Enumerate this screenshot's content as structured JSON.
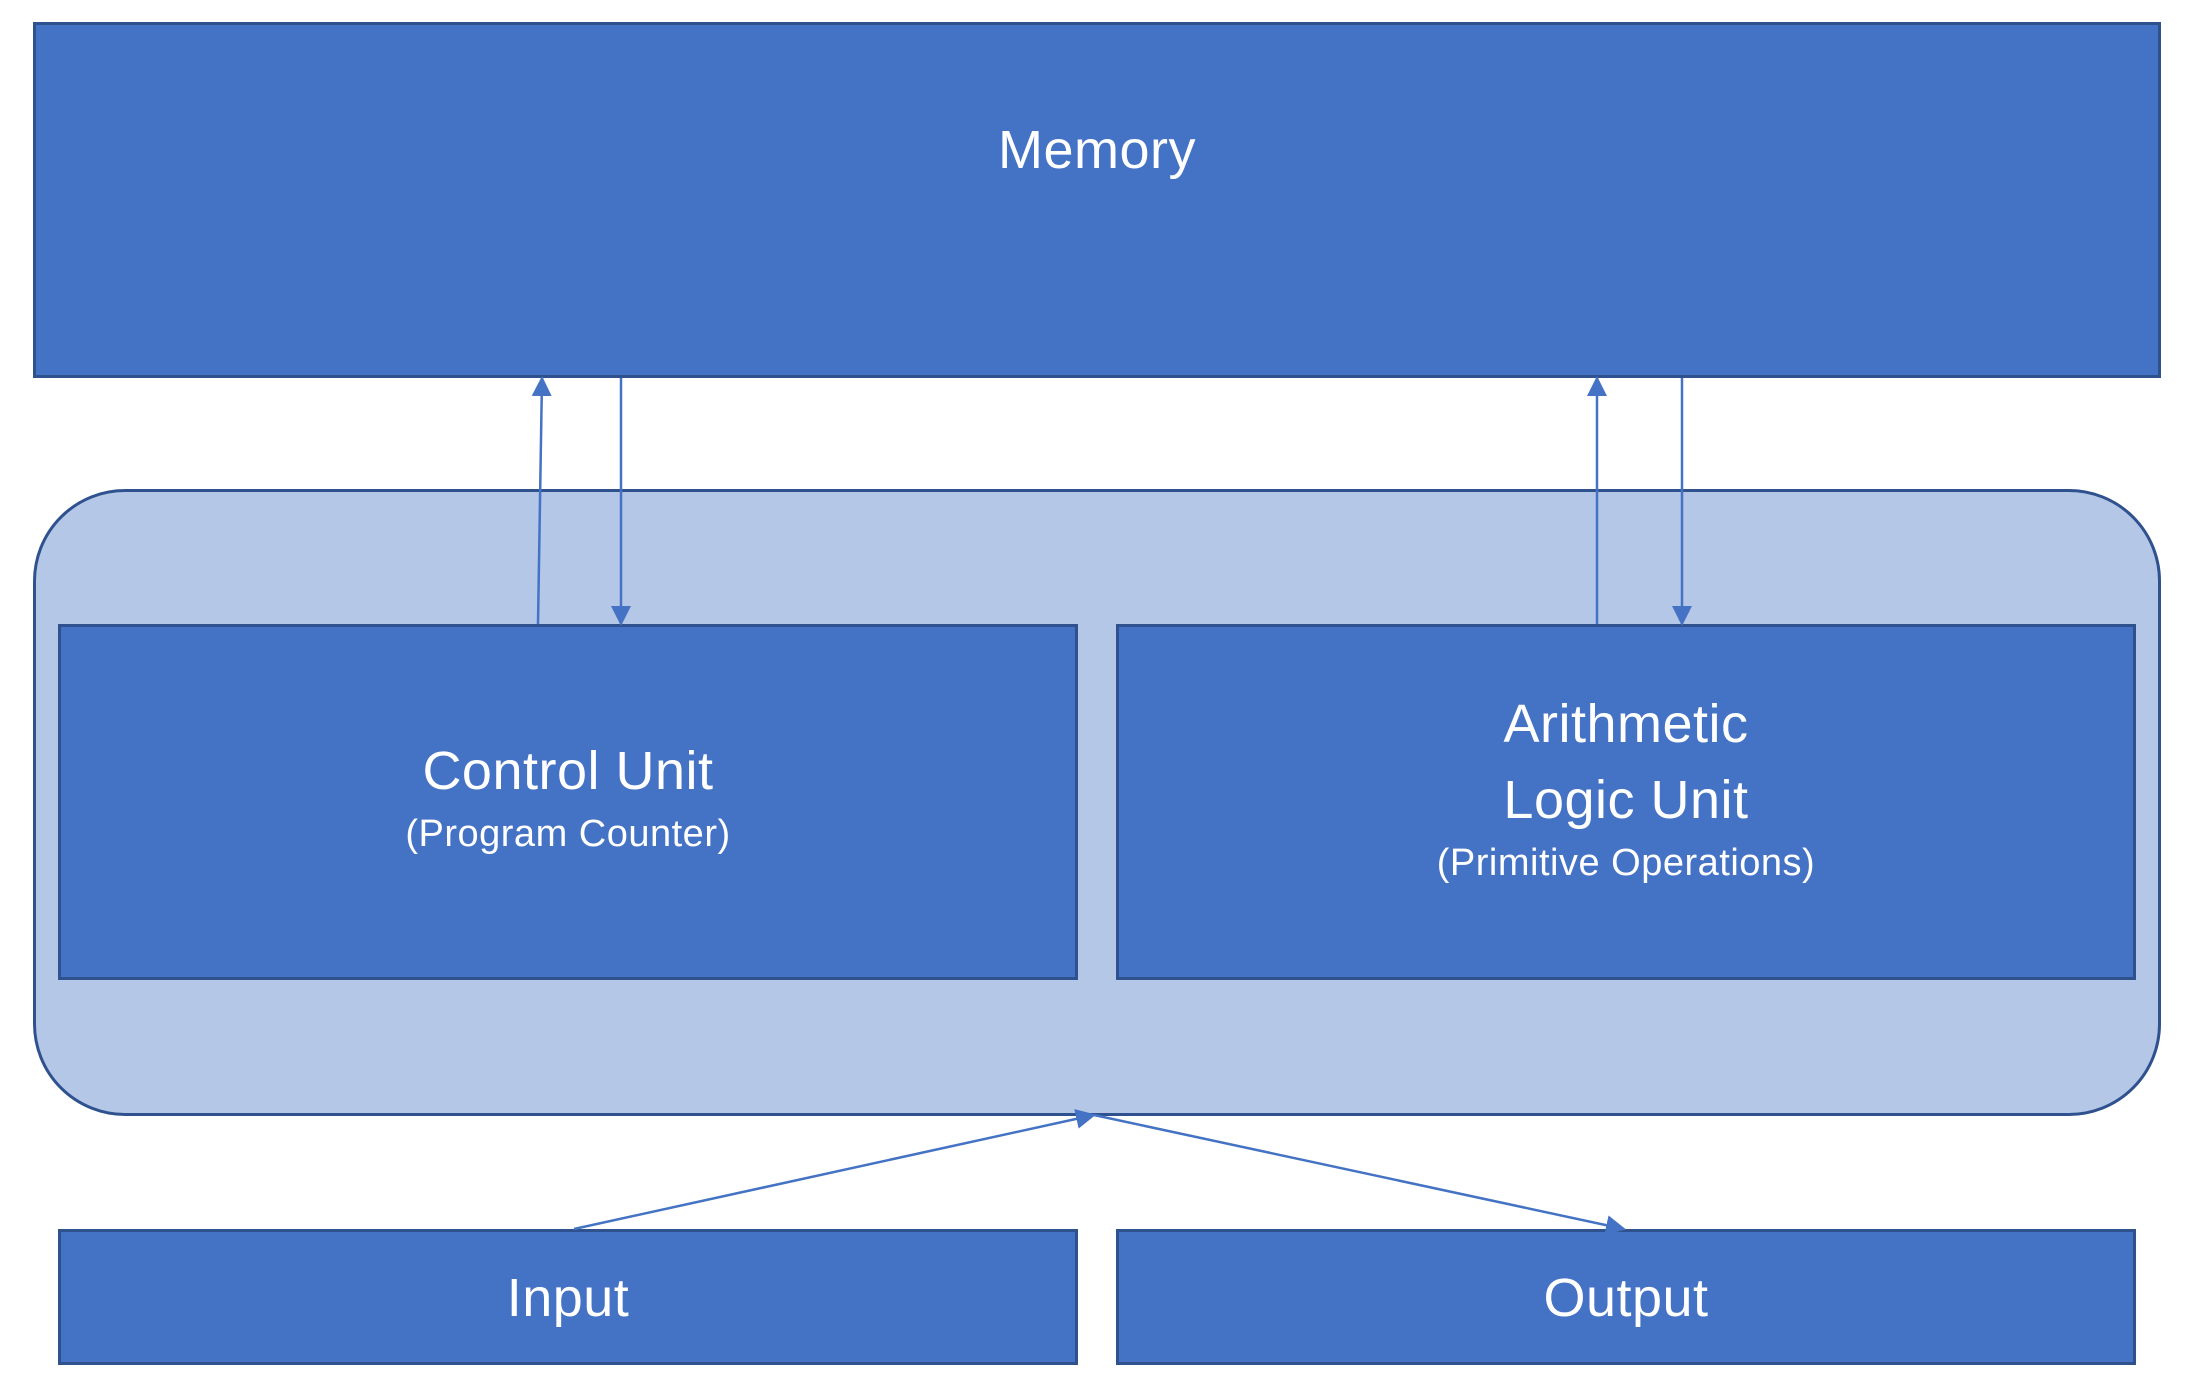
{
  "colors": {
    "box_fill": "#4472c4",
    "box_border": "#2f528f",
    "cpu_fill": "#b4c7e7",
    "arrow": "#4472c4",
    "text": "#ffffff"
  },
  "memory": {
    "label": "Memory"
  },
  "control_unit": {
    "label": "Control Unit",
    "sublabel": "(Program Counter)"
  },
  "alu": {
    "label_line1": "Arithmetic",
    "label_line2": "Logic Unit",
    "sublabel": "(Primitive Operations)"
  },
  "input": {
    "label": "Input"
  },
  "output": {
    "label": "Output"
  }
}
